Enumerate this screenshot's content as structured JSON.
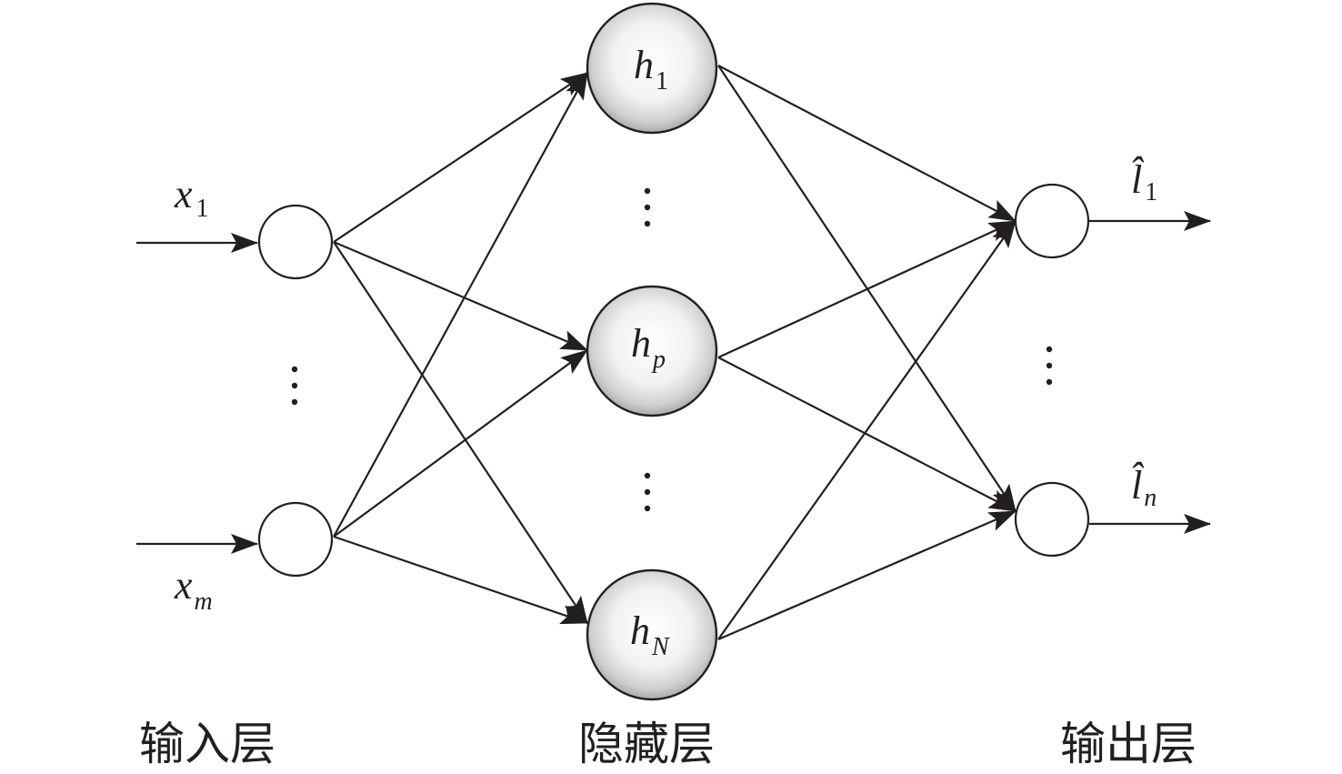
{
  "input_layer": {
    "label": "输入层",
    "inputs": [
      {
        "symbol": "x",
        "subscript": "1"
      },
      {
        "symbol": "x",
        "subscript": "m"
      }
    ]
  },
  "hidden_layer": {
    "label": "隐藏层",
    "nodes": [
      {
        "symbol": "h",
        "subscript": "1"
      },
      {
        "symbol": "h",
        "subscript": "p"
      },
      {
        "symbol": "h",
        "subscript": "N"
      }
    ]
  },
  "output_layer": {
    "label": "输出层",
    "outputs": [
      {
        "symbol": "l̂",
        "subscript": "1"
      },
      {
        "symbol": "l̂",
        "subscript": "n"
      }
    ]
  },
  "colors": {
    "stroke": "#231f20",
    "hidden_fill_center": "#ffffff",
    "hidden_fill_edge": "#b8b8b8"
  }
}
